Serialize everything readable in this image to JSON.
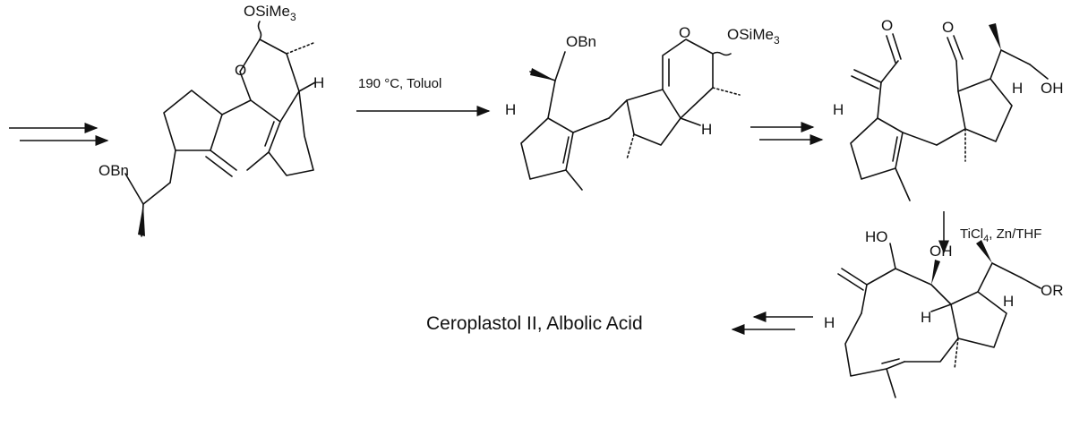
{
  "conditions": {
    "step1": "190 °C, Toluol",
    "step2_reagent": "TiCl",
    "step2_sub": "4",
    "step2_rest": ", Zn/THF"
  },
  "labels": {
    "osime3": "OSiMe",
    "sub3": "3",
    "o": "O",
    "obn": "OBn",
    "h": "H",
    "oh": "OH",
    "ho": "HO",
    "or": "OR"
  },
  "final_product": "Ceroplastol II, Albolic Acid"
}
